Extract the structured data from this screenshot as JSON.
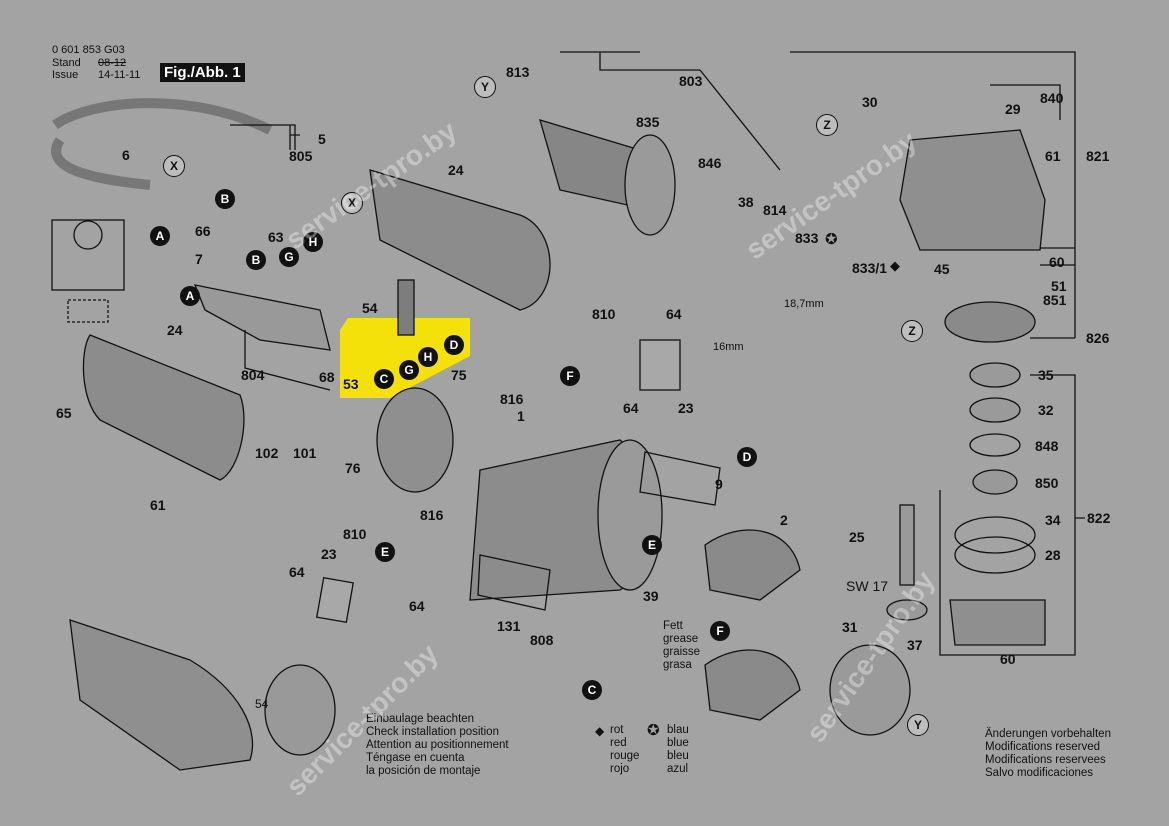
{
  "header": {
    "part_number": "0 601 853 G03",
    "stand_label": "Stand",
    "stand_value": "08-12",
    "issue_label": "Issue",
    "issue_value": "14-11-11",
    "figure_label": "Fig./Abb. 1"
  },
  "part_labels": {
    "p5": "5",
    "p805": "805",
    "p6": "6",
    "p24a": "24",
    "p24b": "24",
    "p66": "66",
    "p63": "63",
    "p7": "7",
    "p54": "54",
    "p53": "53",
    "p68": "68",
    "p804": "804",
    "p65": "65",
    "p102": "102",
    "p101": "101",
    "p61a": "61",
    "p76": "76",
    "p75": "75",
    "p810a": "810",
    "p810b": "810",
    "p64a": "64",
    "p64b": "64",
    "p64c": "64",
    "p64d": "64",
    "p23a": "23",
    "p23b": "23",
    "p816a": "816",
    "p816b": "816",
    "p1": "1",
    "p9": "9",
    "p2": "2",
    "p131": "131",
    "p808": "808",
    "p39": "39",
    "p813": "813",
    "p803": "803",
    "p835": "835",
    "p846": "846",
    "p38": "38",
    "p814": "814",
    "p833": "833",
    "p833_1": "833/1",
    "p30": "30",
    "p840": "840",
    "p29": "29",
    "p821": "821",
    "p61b": "61",
    "p60a": "60",
    "p51": "51",
    "p851": "851",
    "p45": "45",
    "p826": "826",
    "p35": "35",
    "p32": "32",
    "p848": "848",
    "p850": "850",
    "p822": "822",
    "p34": "34",
    "p28": "28",
    "p25": "25",
    "sw17": "SW 17",
    "p37": "37",
    "p31": "31",
    "p60b": "60",
    "p54b": "54"
  },
  "dimensions": {
    "d1": "18,7mm",
    "d2": "16mm"
  },
  "callouts": {
    "A": "A",
    "B": "B",
    "C": "C",
    "D": "D",
    "E": "E",
    "F": "F",
    "G": "G",
    "H": "H"
  },
  "ref_marks": {
    "X": "X",
    "Y": "Y",
    "Z": "Z"
  },
  "grease_note": [
    "Fett",
    "grease",
    "graisse",
    "grasa"
  ],
  "installation_note": [
    "Einbaulage beachten",
    "Check installation position",
    "Attention au positionnement",
    "Téngase en cuenta",
    "la posición de montaje"
  ],
  "legend": {
    "red": [
      "rot",
      "red",
      "rouge",
      "rojo"
    ],
    "blue": [
      "blau",
      "blue",
      "bleu",
      "azul"
    ]
  },
  "modifications_note": [
    "Änderungen vorbehalten",
    "Modifications reserved",
    "Modifications reservees",
    "Salvo modificaciones"
  ],
  "watermarks": [
    "service-tpro.by",
    "service-tpro.by",
    "service-tpro.by",
    "service-tpro.by"
  ],
  "colors": {
    "background": "#a3a3a3",
    "highlight": "#f5e10a",
    "ink": "#111111"
  }
}
